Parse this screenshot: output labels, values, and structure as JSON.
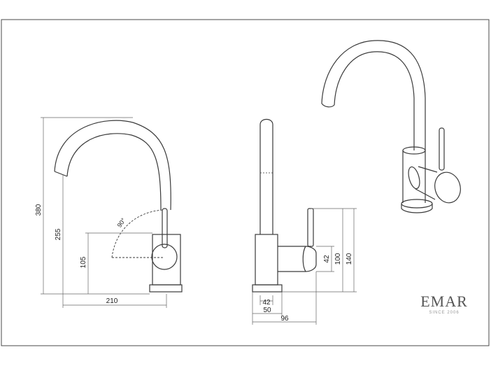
{
  "dimensions": {
    "height_total": "380",
    "height_spout": "255",
    "height_handle": "105",
    "width_reach": "210",
    "angle": "90°",
    "side_42_v": "42",
    "side_100": "100",
    "side_140": "140",
    "base_42": "42",
    "base_50": "50",
    "base_96": "96"
  },
  "brand": {
    "name": "EMAR",
    "tagline": "SINCE 2006"
  },
  "colors": {
    "line": "#3a3a3a",
    "dim_line": "#666666",
    "frame": "#4a4a4a"
  }
}
